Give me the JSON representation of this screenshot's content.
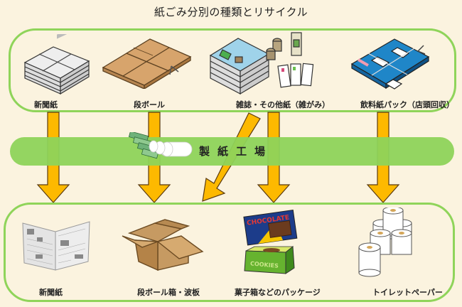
{
  "title": "紙ごみ分別の種類とリサイクル",
  "colors": {
    "background": "#fbf3df",
    "panel_border": "#8fd45a",
    "band": "#8ed35a",
    "arrow_fill": "#fdb900",
    "arrow_stroke": "#5a3a10"
  },
  "sources": [
    {
      "label": "新聞紙",
      "icon": "newspaper-bundle-icon"
    },
    {
      "label": "段ボール",
      "icon": "cardboard-bundle-icon"
    },
    {
      "label": "雑誌・その他紙（雑がみ）",
      "icon": "magazine-bundle-icon"
    },
    {
      "label": "飲料紙パック（店頭回収）",
      "icon": "milk-carton-bundle-icon"
    }
  ],
  "factory": {
    "label": "製紙工場",
    "icon": "paper-roll-machine-icon"
  },
  "products": [
    {
      "label": "新聞紙",
      "icon": "open-newspaper-icon"
    },
    {
      "label": "段ボール箱・波板",
      "icon": "cardboard-box-icon"
    },
    {
      "label": "菓子箱などのパッケージ",
      "icon": "snack-box-icon",
      "box_texts": [
        "CHOCOLATE",
        "COOKIES"
      ]
    },
    {
      "label": "トイレットペーパー",
      "icon": "toilet-paper-icon"
    }
  ]
}
